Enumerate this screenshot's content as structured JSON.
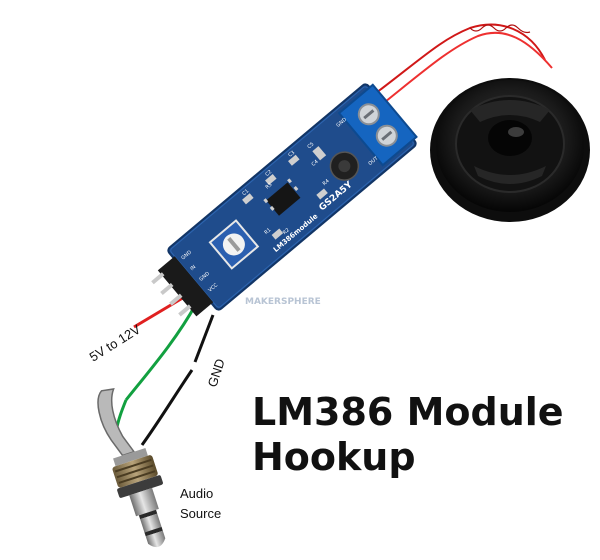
{
  "title": {
    "line1": "LM386 Module",
    "line2": "Hookup"
  },
  "labels": {
    "power": "5V to 12V",
    "ground": "GND",
    "audio_line1": "Audio",
    "audio_line2": "Source"
  },
  "board": {
    "chip_label": "GS2A5Y",
    "model_label": "LM386module",
    "pin_labels": [
      "GND",
      "IN",
      "GND",
      "VCC"
    ],
    "silkscreen": [
      "C1",
      "C2",
      "C3",
      "C4",
      "C5",
      "R1",
      "R2",
      "R3",
      "R4",
      "GND",
      "OUT"
    ]
  },
  "watermark": "MAKERSPHERE",
  "colors": {
    "board": "#1f4c8c",
    "power_wire": "#e02020",
    "audio_wire": "#12a040",
    "ground_wire": "#111111",
    "speaker": "#1a1a1a"
  }
}
